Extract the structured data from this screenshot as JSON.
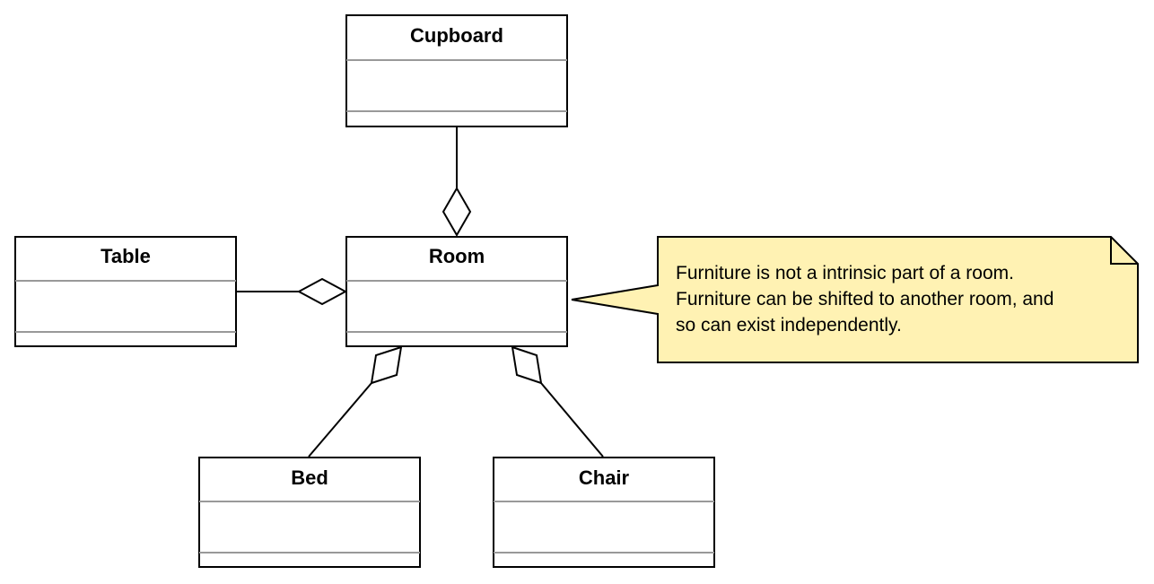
{
  "colors": {
    "stroke": "#000000",
    "divider": "#999999",
    "class_fill": "#ffffff",
    "note_fill": "#fff2b3"
  },
  "classes": [
    {
      "id": "cupboard",
      "name": "Cupboard"
    },
    {
      "id": "table",
      "name": "Table"
    },
    {
      "id": "room",
      "name": "Room"
    },
    {
      "id": "bed",
      "name": "Bed"
    },
    {
      "id": "chair",
      "name": "Chair"
    }
  ],
  "relationships": [
    {
      "type": "aggregation",
      "part": "Cupboard",
      "whole": "Room"
    },
    {
      "type": "aggregation",
      "part": "Table",
      "whole": "Room"
    },
    {
      "type": "aggregation",
      "part": "Bed",
      "whole": "Room"
    },
    {
      "type": "aggregation",
      "part": "Chair",
      "whole": "Room"
    }
  ],
  "note": {
    "attached_to": "Room",
    "lines": [
      "Furniture is not a intrinsic part of a room.",
      "Furniture can be shifted to another room, and",
      "so can exist independently."
    ]
  }
}
